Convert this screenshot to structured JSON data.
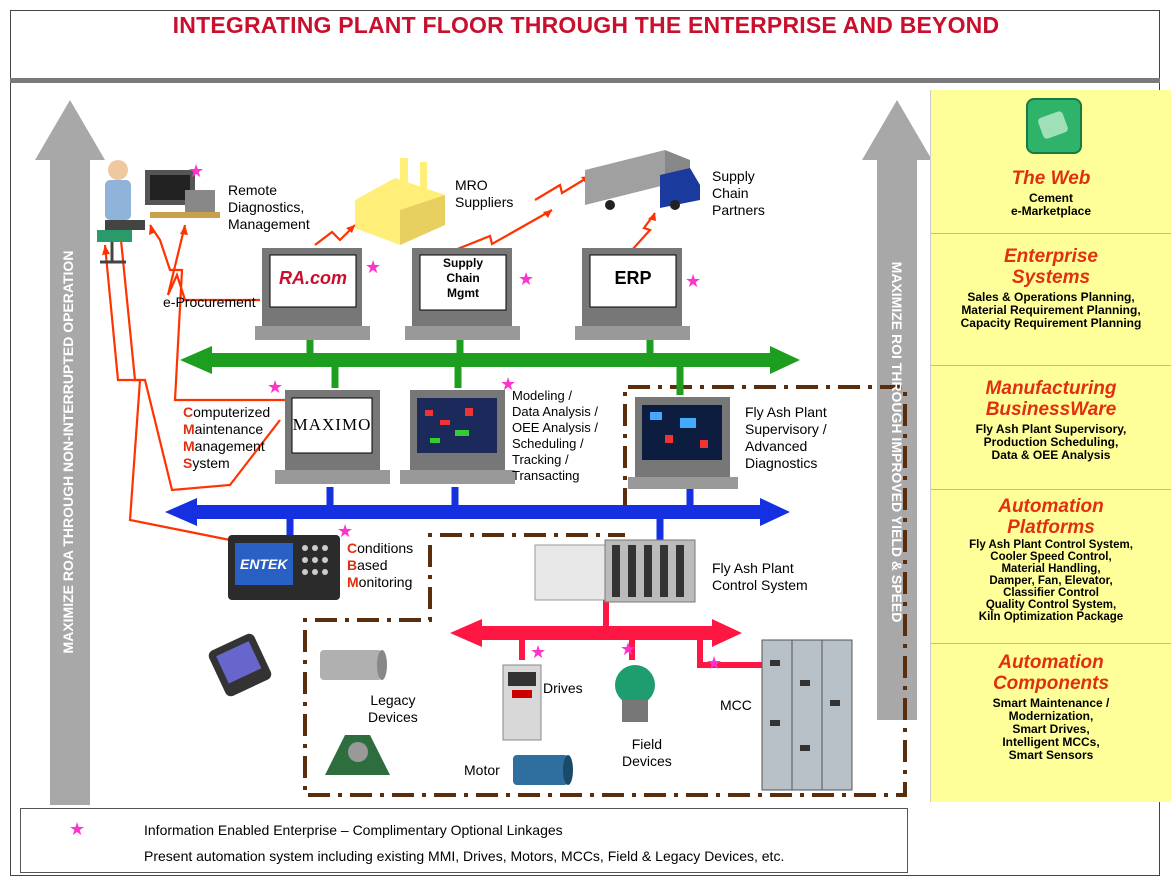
{
  "header": {
    "title": "INTEGRATING PLANT FLOOR THROUGH THE ENTERPRISE AND BEYOND"
  },
  "arrows": {
    "left": "MAXIMIZE ROA THROUGH NON-INTERRUPTED OPERATION",
    "right": "MAXIMIZE ROI THROUGH IMPROVED YIELD & SPEED"
  },
  "nodes": {
    "remote": "Remote\nDiagnostics,\nManagement",
    "mro": "MRO\nSuppliers",
    "supply_partners": "Supply\nChain\nPartners",
    "ra_screen": "RA.com",
    "scm_screen": "Supply\nChain\nMgmt",
    "erp_screen": "ERP",
    "eproc": "e-Procurement",
    "maximo_screen": "MAXIMO",
    "cmms_letters": [
      "C",
      "M",
      "M",
      "S"
    ],
    "cmms_rest": [
      "omputerized",
      "aintenance",
      "anagement",
      "ystem"
    ],
    "modeling": "Modeling /\nData Analysis /\nOEE Analysis /\nScheduling /\nTracking /\nTransacting",
    "flyash_sup": "Fly Ash Plant\nSupervisory /\nAdvanced\nDiagnostics",
    "entek": "ENTEK",
    "cbm_letters": [
      "C",
      "B",
      "M"
    ],
    "cbm_rest": [
      "onditions",
      "ased",
      "onitoring"
    ],
    "flyash_ctrl": "Fly Ash Plant\nControl System",
    "legacy": "Legacy\nDevices",
    "drives": "Drives",
    "motor": "Motor",
    "field": "Field\nDevices",
    "mcc": "MCC"
  },
  "sidebar": [
    {
      "title": "The Web",
      "body": "Cement\ne-Marketplace"
    },
    {
      "title": "Enterprise\nSystems",
      "body": "Sales & Operations Planning,\nMaterial Requirement Planning,\nCapacity Requirement Planning"
    },
    {
      "title": "Manufacturing\nBusinessWare",
      "body": "Fly Ash Plant Supervisory,\nProduction Scheduling,\nData & OEE Analysis"
    },
    {
      "title": "Automation\nPlatforms",
      "body": "Fly Ash Plant Control System,\nCooler Speed Control,\nMaterial Handling,\nDamper, Fan, Elevator,\nClassifier Control\nQuality Control System,\nKiln Optimization Package"
    },
    {
      "title": "Automation\nComponents",
      "body": "Smart Maintenance /\nModernization,\nSmart Drives,\nIntelligent MCCs,\nSmart Sensors"
    }
  ],
  "legend": {
    "star_text": "Information Enabled Enterprise – Complimentary Optional Linkages",
    "dash_text": "Present automation system including existing MMI, Drives, Motors, MCCs, Field & Legacy Devices, etc."
  },
  "colors": {
    "title": "#c8102e",
    "green_bus": "#1e9e1e",
    "blue_bus": "#1530e0",
    "red_bus": "#ff1744",
    "sidebar_bg": "#ffff99",
    "star": "#ff33cc",
    "dash_border": "#5a2d0c"
  }
}
